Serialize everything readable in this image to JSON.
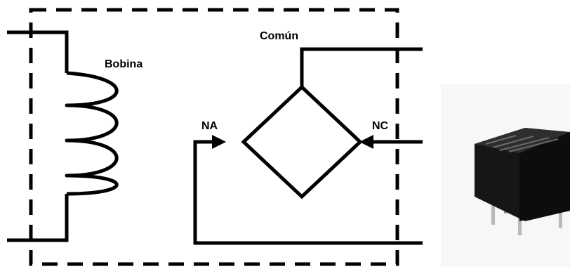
{
  "labels": {
    "common": "Común",
    "coil": "Bobina",
    "normally_open": "NA",
    "normally_closed": "NC"
  },
  "colors": {
    "line": "#000000",
    "background": "#ffffff",
    "relay_body": "#141414"
  }
}
